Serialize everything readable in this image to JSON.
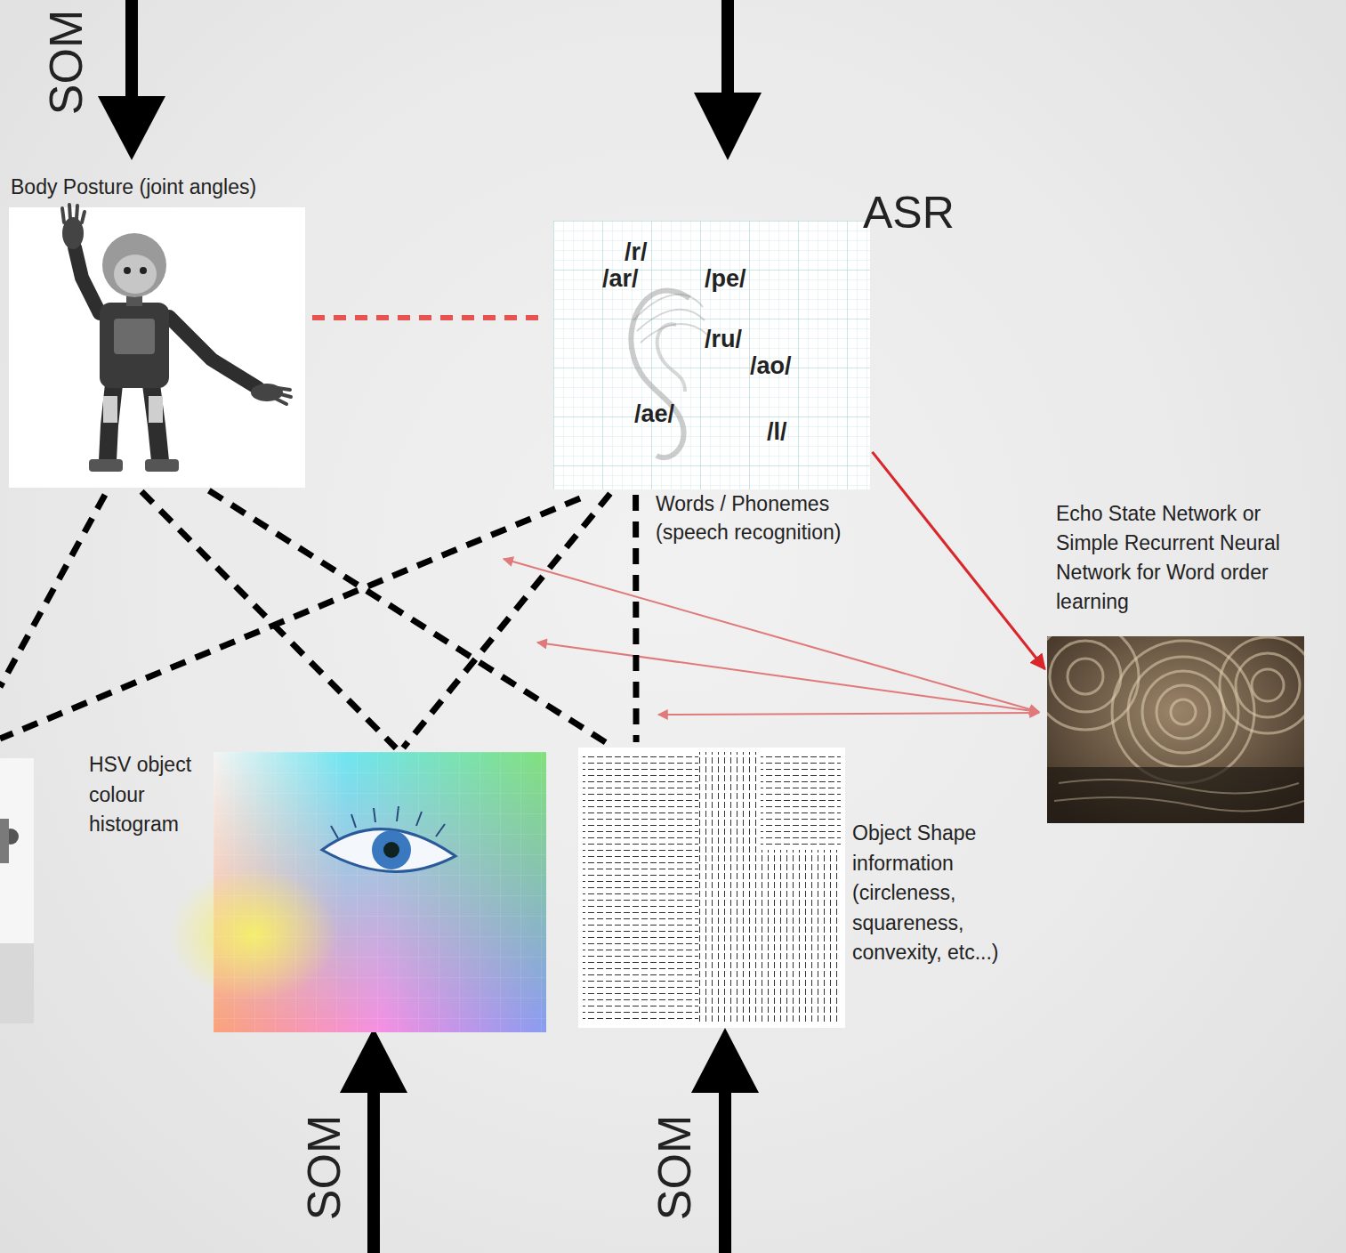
{
  "diagram": {
    "nodes": [
      {
        "text": [
          "Body Posture (joint angles)"
        ]
      },
      {
        "text": [
          "ASR",
          "Words / Phonemes (speech recognition)"
        ]
      },
      {
        "text": [
          "HSV object colour histogram"
        ]
      },
      {
        "text": [
          "Object Shape information (circleness, squareness, convexity, etc...)"
        ]
      },
      {
        "text": [
          "Echo State Network or Simple Recurrent Neural Network for Word order learning"
        ]
      }
    ],
    "edges": [
      {
        "from": 0,
        "to": 1,
        "arrow": "none"
      },
      {
        "from": 0,
        "to": 2,
        "arrow": "none"
      },
      {
        "from": 0,
        "to": 3,
        "arrow": "none"
      },
      {
        "from": 1,
        "to": 2,
        "arrow": "none"
      },
      {
        "from": 1,
        "to": 3,
        "arrow": "none"
      },
      {
        "from": 1,
        "to": 4,
        "arrow": "to"
      }
    ],
    "labels": [
      "SOM",
      "/r/",
      "/ar/",
      "/pe/",
      "/ru/",
      "/ao/",
      "/ae/",
      "/l/",
      "SOM",
      "SOM"
    ]
  }
}
